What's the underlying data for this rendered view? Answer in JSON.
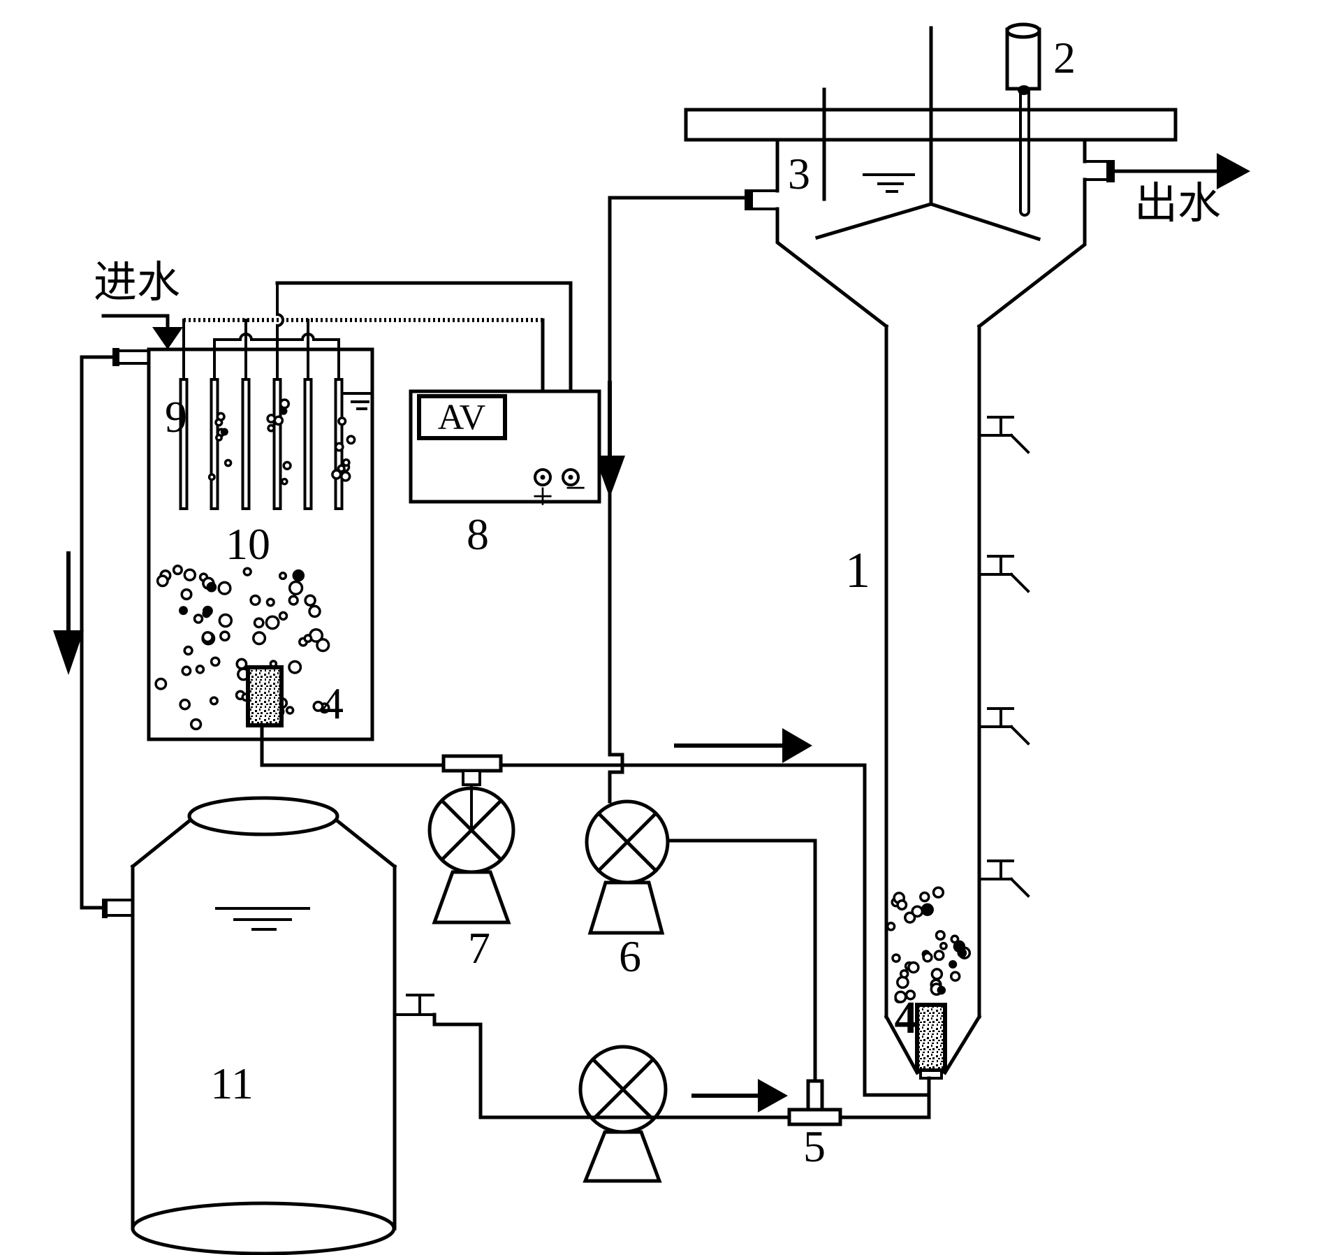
{
  "diagram": {
    "background_color": "#ffffff",
    "line_color": "#000000",
    "inlet_label": "进水",
    "outlet_label": "出水",
    "power_box": {
      "display_text": "AV",
      "plus_terminal": "+",
      "minus_terminal": "−"
    },
    "component_labels": {
      "column": "1",
      "probe": "2",
      "settling_tank": "3",
      "diffuser_tank": "4",
      "diffuser_column": "4",
      "tee_fitting": "5",
      "recycle_pump": "6",
      "feed_pump": "7",
      "power_supply": "8",
      "electrodes": "9",
      "bubbles": "10",
      "storage_tank": "11"
    }
  }
}
